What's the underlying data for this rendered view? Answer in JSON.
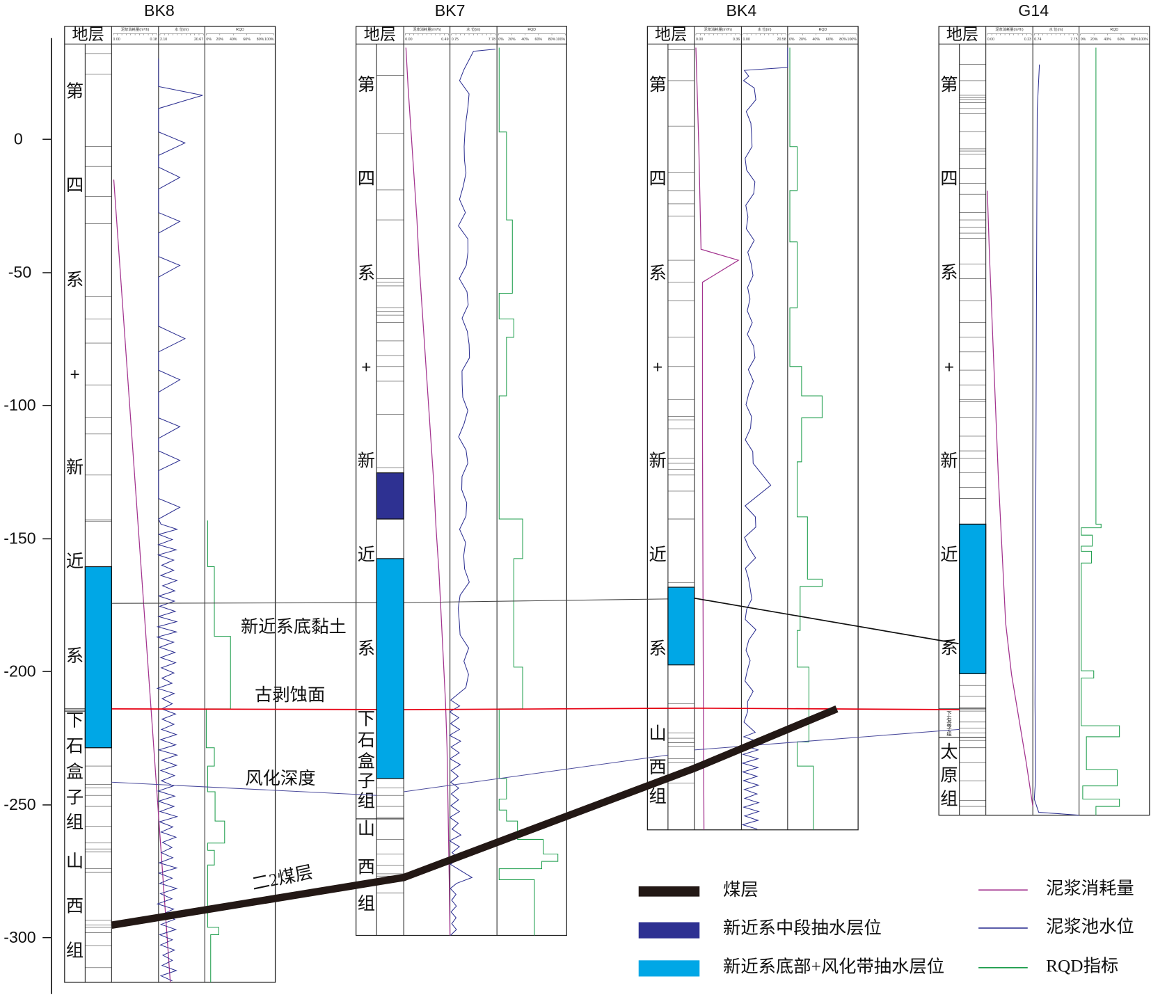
{
  "wells": [
    {
      "name": "BK8",
      "strata_header": "地层",
      "mud": {
        "label": "泥浆消耗量(m³/h)",
        "ticks": [
          "0.00",
          "0.18"
        ]
      },
      "water": {
        "label": "水 位(m)",
        "ticks": [
          "2.10",
          "20.67"
        ]
      },
      "rqd": {
        "label": "RQD",
        "ticks": [
          "0%",
          "20%",
          "40%",
          "60%",
          "80%",
          "100%"
        ]
      },
      "strata": [
        {
          "chars": [
            "第",
            "四",
            "系",
            "+",
            "新",
            "近",
            "系"
          ]
        },
        {
          "chars": [
            "下",
            "石",
            "盒",
            "子",
            "组"
          ]
        },
        {
          "chars": [
            "山",
            "西",
            "组"
          ]
        }
      ]
    },
    {
      "name": "BK7",
      "strata_header": "地层",
      "mud": {
        "label": "泥浆消耗量(m³/h)",
        "ticks": [
          "0.00",
          "0.49"
        ]
      },
      "water": {
        "label": "水 位(m)",
        "ticks": [
          "0.75",
          "7.78"
        ]
      },
      "rqd": {
        "label": "RQD",
        "ticks": [
          "0%",
          "20%",
          "40%",
          "60%",
          "80%",
          "100%"
        ]
      },
      "strata": [
        {
          "chars": [
            "第",
            "四",
            "系",
            "+",
            "新",
            "近",
            "系"
          ]
        },
        {
          "chars": [
            "下",
            "石",
            "盒",
            "子",
            "组"
          ]
        },
        {
          "chars": [
            "山",
            "西",
            "组"
          ]
        }
      ]
    },
    {
      "name": "BK4",
      "strata_header": "地层",
      "mud": {
        "label": "泥浆消耗量(m³/h)",
        "ticks": [
          "0.00",
          "0.36"
        ]
      },
      "water": {
        "label": "水 位(m)",
        "ticks": [
          "0.00",
          "20.58"
        ]
      },
      "rqd": {
        "label": "RQD",
        "ticks": [
          "0%",
          "20%",
          "40%",
          "60%",
          "80%",
          "100%"
        ]
      },
      "strata": [
        {
          "chars": [
            "第",
            "四",
            "系",
            "+",
            "新",
            "近",
            "系"
          ]
        },
        {
          "chars": [
            "山",
            "西",
            "组"
          ]
        }
      ]
    },
    {
      "name": "G14",
      "strata_header": "地层",
      "mud": {
        "label": "泥浆消耗量(m³/h)",
        "ticks": [
          "0.00",
          "0.23"
        ]
      },
      "water": {
        "label": "水 位(m)",
        "ticks": [
          "0.74",
          "7.75"
        ]
      },
      "rqd": {
        "label": "RQD",
        "ticks": [
          "0%",
          "20%",
          "40%",
          "60%",
          "80%",
          "100%"
        ]
      },
      "strata": [
        {
          "chars": [
            "第",
            "四",
            "系",
            "+",
            "新",
            "近",
            "系"
          ]
        },
        {
          "chars": [
            "下",
            "石",
            "盒",
            "子",
            "组"
          ]
        },
        {
          "chars": [
            "太",
            "原",
            "组"
          ]
        }
      ]
    }
  ],
  "depth_axis": {
    "ticks": [
      "0",
      "-50",
      "-100",
      "-150",
      "-200",
      "-250",
      "-300"
    ]
  },
  "annotations": {
    "neogene_base_clay": "新近系底黏土",
    "paleo_erosion_surface": "古剥蚀面",
    "weathering_depth": "风化深度",
    "coal_seam": "二2煤层"
  },
  "legend": {
    "coal_seam": "煤层",
    "neogene_mid_pumping": "新近系中段抽水层位",
    "neogene_bottom_pumping": "新近系底部+风化带抽水层位",
    "mud_consumption": "泥浆消耗量",
    "mud_pit_level": "泥浆池水位",
    "rqd_index": "RQD指标"
  },
  "colors": {
    "pumping_mid": "#2e3192",
    "pumping_bottom": "#00a7e6",
    "mud_curve": "#a3348f",
    "water_curve": "#2e3192",
    "rqd_curve": "#1f9e4d",
    "erosion_surface": "#e60012",
    "coal_seam": "#231815",
    "weathering_line": "#4b4b9c",
    "frame": "#222222"
  }
}
